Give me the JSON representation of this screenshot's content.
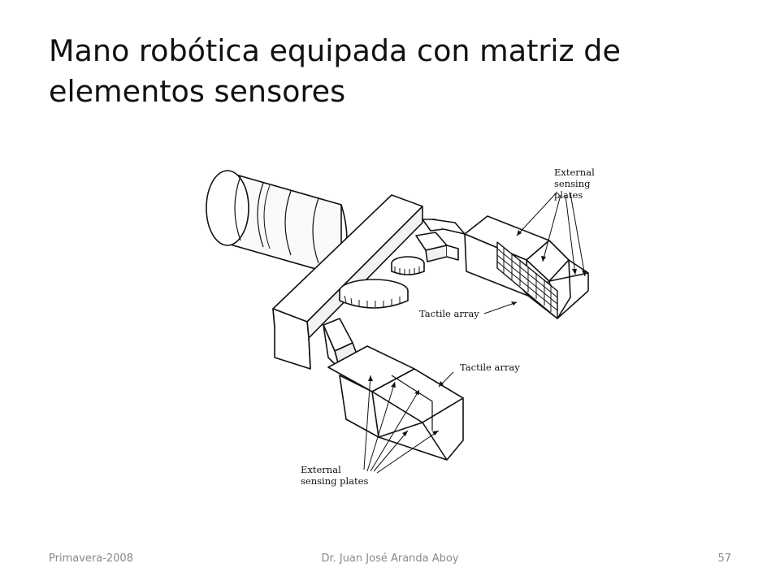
{
  "slide": {
    "title_line1": "Mano robótica equipada con matriz de",
    "title_line2": "elementos sensores"
  },
  "figure": {
    "label_external_top_1": "External",
    "label_external_top_2": "sensing",
    "label_external_top_3": "plates",
    "label_tactile_upper": "Tactile array",
    "label_tactile_lower": "Tactile array",
    "label_external_bottom_1": "External",
    "label_external_bottom_2": "sensing plates"
  },
  "footer": {
    "left": "Primavera-2008",
    "center": "Dr. Juan José Aranda Aboy",
    "page_number": "57"
  }
}
